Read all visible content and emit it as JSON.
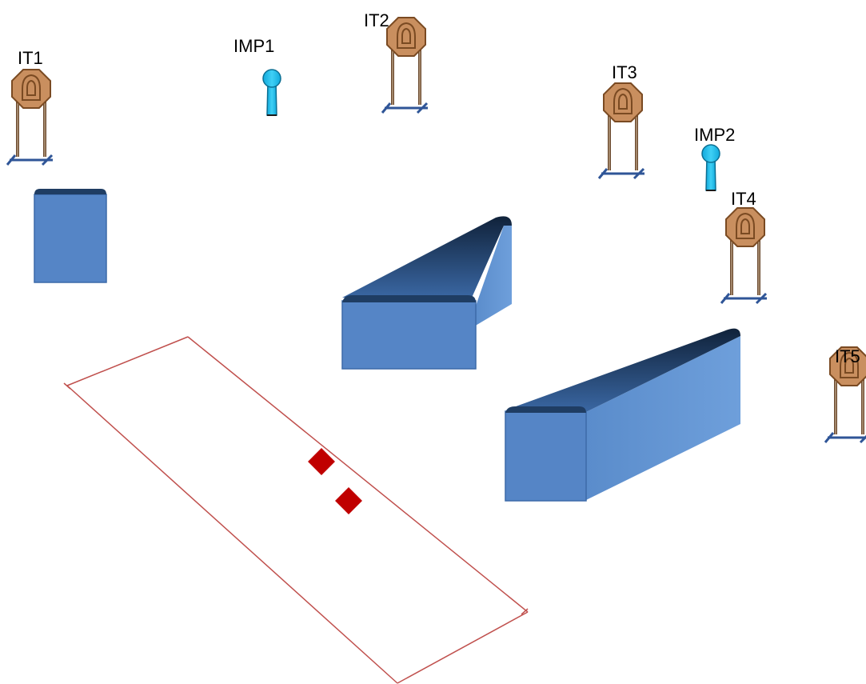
{
  "colors": {
    "background": "#ffffff",
    "target_face": "#c98f5f",
    "target_stroke": "#7a4a22",
    "stand_wood": "#6b4a2f",
    "stand_base": "#2f5597",
    "non_threat": "#1fb8e6",
    "barrier_front": "#5585c6",
    "barrier_side": "#6a9ad6",
    "barrier_top": "#1f3d63",
    "shooting_box": "#c0504d",
    "fault_marker": "#c00000"
  },
  "targets": [
    {
      "label": "IT1",
      "icon": "steel-target-icon"
    },
    {
      "label": "IT2",
      "icon": "steel-target-icon"
    },
    {
      "label": "IT3",
      "icon": "steel-target-icon"
    },
    {
      "label": "IT4",
      "icon": "steel-target-icon"
    },
    {
      "label": "IT5",
      "icon": "steel-target-icon"
    }
  ],
  "no_shoots": [
    {
      "label": "IMP1",
      "icon": "no-shoot-popper-icon"
    },
    {
      "label": "IMP2",
      "icon": "no-shoot-popper-icon"
    }
  ]
}
